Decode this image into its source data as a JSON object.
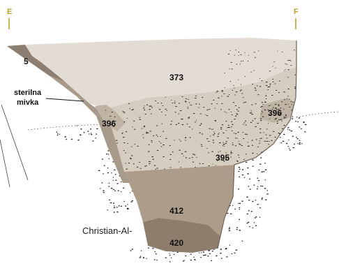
{
  "markers": {
    "left": "E",
    "right": "F",
    "color": "#b8a32a"
  },
  "layers": {
    "l5": "5",
    "l373": "373",
    "l396_left": "396",
    "l396_right": "396",
    "l395": "395",
    "l412": "412",
    "l420": "420"
  },
  "side_label": {
    "line1": "sterilna",
    "line2": "mivka"
  },
  "caption": "Christian-Al-",
  "colors": {
    "fill_373": "#e2dcd4",
    "fill_395": "#d6cdc1",
    "fill_396": "#bfb3a5",
    "fill_412": "#ad9c89",
    "fill_420": "#8f7d6b",
    "fill_5": "#8c7e70",
    "wall": "#a89a8b",
    "stipple": "#1a1a1a",
    "dotted_ground": "#555555"
  }
}
